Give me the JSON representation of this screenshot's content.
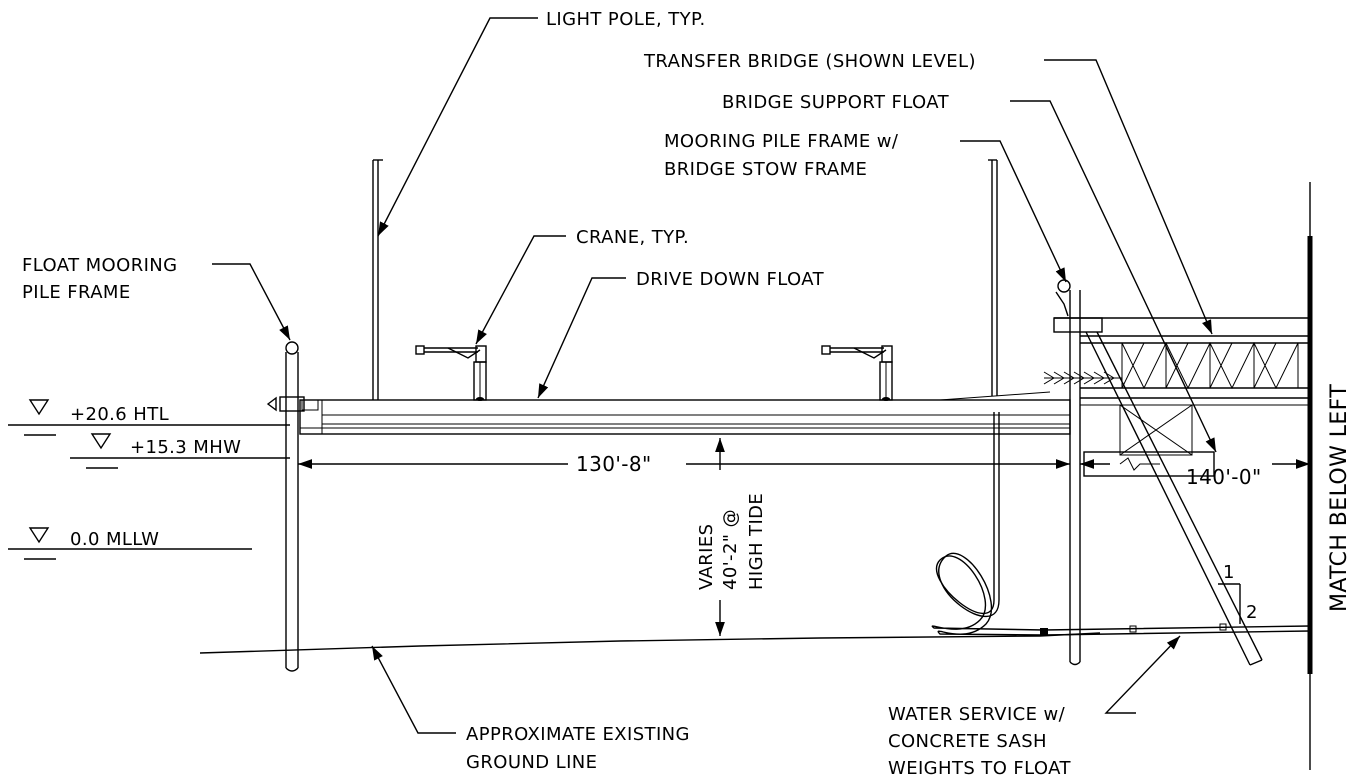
{
  "labels": {
    "light_pole": "LIGHT POLE, TYP.",
    "transfer_bridge": "TRANSFER BRIDGE (SHOWN LEVEL)",
    "bridge_support_float": "BRIDGE SUPPORT FLOAT",
    "mooring_pile_frame_1": "MOORING PILE FRAME w/",
    "mooring_pile_frame_2": "BRIDGE STOW FRAME",
    "crane": "CRANE, TYP.",
    "float_mooring_1": "FLOAT MOORING",
    "float_mooring_2": "PILE FRAME",
    "drive_down_float": "DRIVE DOWN FLOAT",
    "ground_line_1": "APPROXIMATE EXISTING",
    "ground_line_2": "GROUND LINE",
    "water_service_1": "WATER SERVICE w/",
    "water_service_2": "CONCRETE SASH",
    "water_service_3": "WEIGHTS TO FLOAT",
    "match_line": "MATCH BELOW LEFT"
  },
  "elevations": {
    "htl": "+20.6 HTL",
    "mhw": "+15.3 MHW",
    "mllw": "0.0 MLLW"
  },
  "dimensions": {
    "float_length": "130'-8\"",
    "bridge_length": "140'-0\"",
    "depth_1": "VARIES",
    "depth_2": "40'-2\" @",
    "depth_3": "HIGH TIDE"
  },
  "slope": {
    "rise": "1",
    "run": "2"
  }
}
